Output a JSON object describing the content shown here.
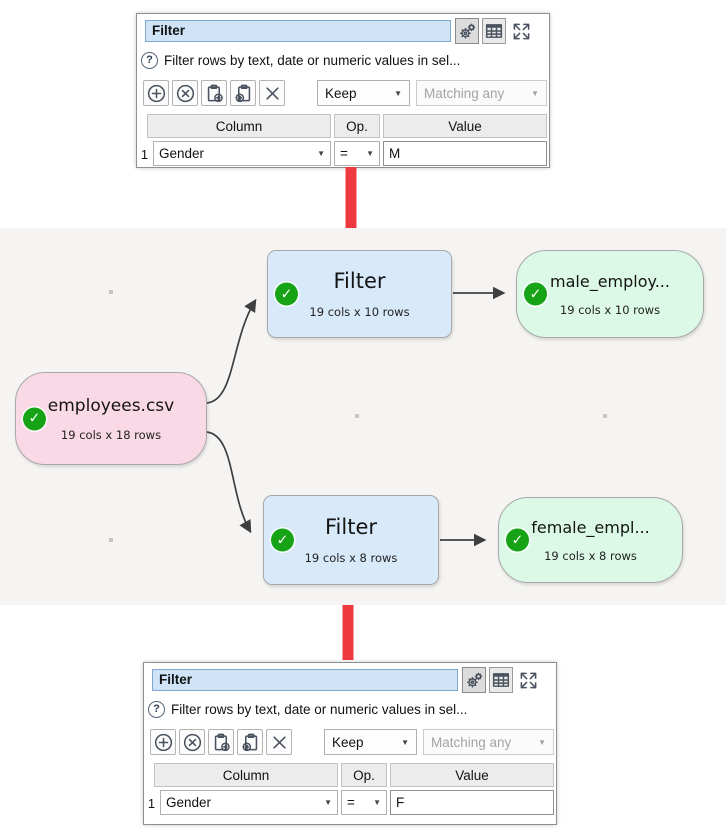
{
  "panels": {
    "top": {
      "title": "Filter",
      "help_text": "Filter rows by text, date or numeric values in sel...",
      "toolbar": {
        "keep_value": "Keep",
        "matching_value": "Matching any"
      },
      "table": {
        "headers": [
          "Column",
          "Op.",
          "Value"
        ],
        "row": {
          "num": "1",
          "column": "Gender",
          "op": "=",
          "value": "M"
        }
      }
    },
    "bottom": {
      "title": "Filter",
      "help_text": "Filter rows by text, date or numeric values in sel...",
      "toolbar": {
        "keep_value": "Keep",
        "matching_value": "Matching any"
      },
      "table": {
        "headers": [
          "Column",
          "Op.",
          "Value"
        ],
        "row": {
          "num": "1",
          "column": "Gender",
          "op": "=",
          "value": "F"
        }
      }
    }
  },
  "graph": {
    "nodes": {
      "source": {
        "title": "employees.csv",
        "subtitle": "19 cols x 18 rows"
      },
      "filter_top": {
        "title": "Filter",
        "subtitle": "19 cols x 10 rows"
      },
      "filter_bottom": {
        "title": "Filter",
        "subtitle": "19 cols x 8 rows"
      },
      "male": {
        "title": "male_employ...",
        "subtitle": "19 cols x 10 rows"
      },
      "female": {
        "title": "female_empl...",
        "subtitle": "19 cols x 8 rows"
      }
    }
  },
  "icons": {
    "help": "?",
    "check": "✓",
    "dropdown": "▼",
    "gear": "gear-settings",
    "table": "table-grid",
    "expand": "expand-fullscreen",
    "add": "plus-circle",
    "remove": "x-circle",
    "copy": "clipboard-copy",
    "paste": "clipboard-paste",
    "delete": "x"
  },
  "colors": {
    "source_node_pink": "#f9d9e5",
    "transform_node_blue": "#d8e9fa",
    "output_node_green": "#dcf9e7",
    "check_green": "#16a316",
    "annotation_red": "#ee3a3e",
    "title_field_blue": "#cfe5f7",
    "graph_background": "#f5f4f2"
  }
}
